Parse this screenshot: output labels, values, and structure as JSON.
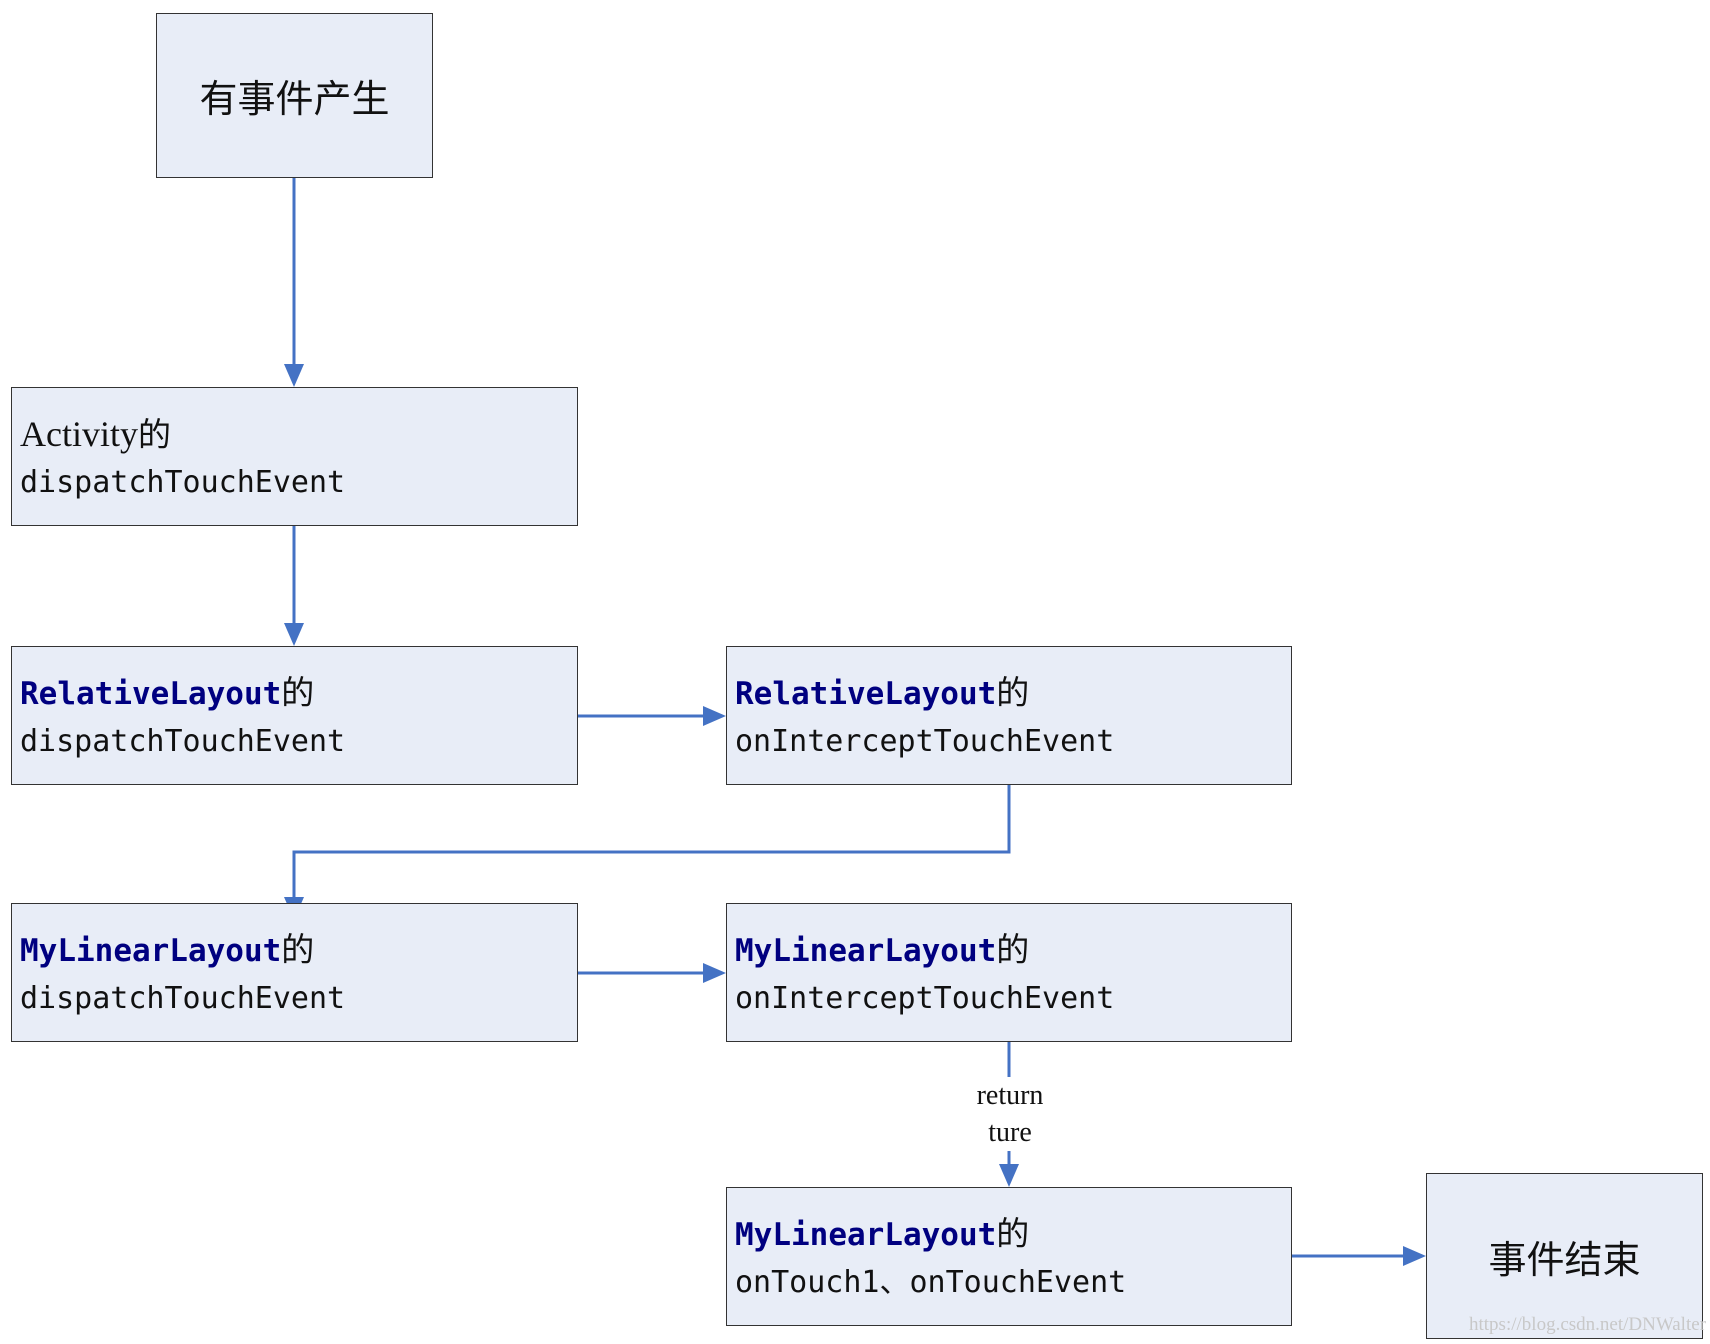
{
  "nodes": {
    "event_start": {
      "text": "有事件产生"
    },
    "activity_dispatch": {
      "title_prefix": "Activity",
      "title_suffix": "的",
      "method": "dispatchTouchEvent"
    },
    "relative_dispatch": {
      "title_prefix": "RelativeLayout",
      "title_suffix": "的",
      "method": "dispatchTouchEvent"
    },
    "relative_intercept": {
      "title_prefix": "RelativeLayout",
      "title_suffix": "的",
      "method": "onInterceptTouchEvent"
    },
    "linear_dispatch": {
      "title_prefix": "MyLinearLayout",
      "title_suffix": "的",
      "method": "dispatchTouchEvent"
    },
    "linear_intercept": {
      "title_prefix": "MyLinearLayout",
      "title_suffix": "的",
      "method": "onInterceptTouchEvent"
    },
    "linear_ontouch": {
      "title_prefix": "MyLinearLayout",
      "title_suffix": "的",
      "method": "onTouch1、onTouchEvent"
    },
    "event_end": {
      "text": "事件结束"
    }
  },
  "edge_label": {
    "line1": "return",
    "line2": "ture"
  },
  "watermark": "https://blog.csdn.net/DNWalter",
  "colors": {
    "node_fill": "#e8edf7",
    "node_border": "#333333",
    "arrow": "#4472c4",
    "code_keyword": "#000080"
  }
}
